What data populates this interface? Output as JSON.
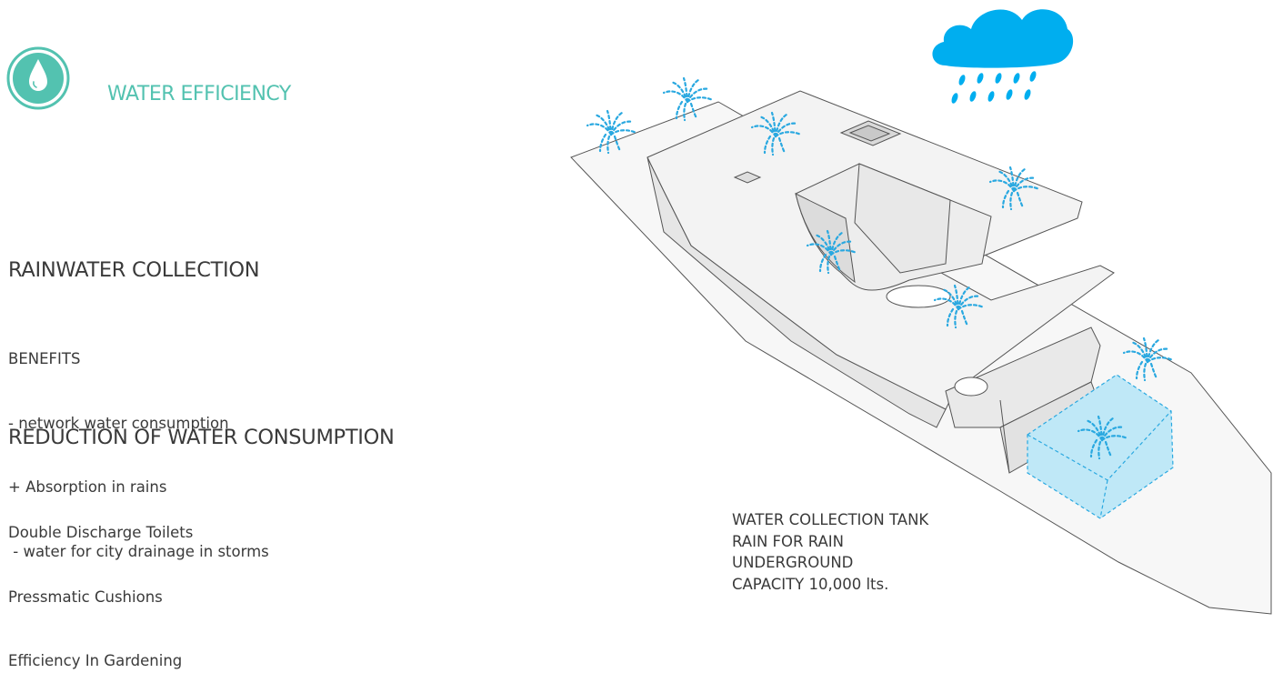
{
  "header": {
    "title": "WATER EFFICIENCY",
    "icon": "water-drop-icon",
    "accent_color": "#53c2b0"
  },
  "rainwater": {
    "heading": "RAINWATER COLLECTION",
    "benefits_label": "BENEFITS",
    "items": [
      "- network water consumption",
      "+ Absorption in rains",
      " - water for city drainage in storms"
    ]
  },
  "reduction": {
    "heading": "REDUCTION OF WATER CONSUMPTION",
    "items": [
      "Double Discharge Toilets",
      "Pressmatic Cushions",
      "Efficiency In Gardening"
    ]
  },
  "tank_caption": {
    "lines": [
      "WATER COLLECTION TANK",
      "RAIN FOR RAIN",
      "UNDERGROUND",
      "CAPACITY 10,000 lts."
    ]
  },
  "illustration": {
    "cloud_color": "#00aeef",
    "rain_color": "#00aeef",
    "tank_color": "#bfe8f7",
    "sprinkler_color": "#29a8e0"
  }
}
